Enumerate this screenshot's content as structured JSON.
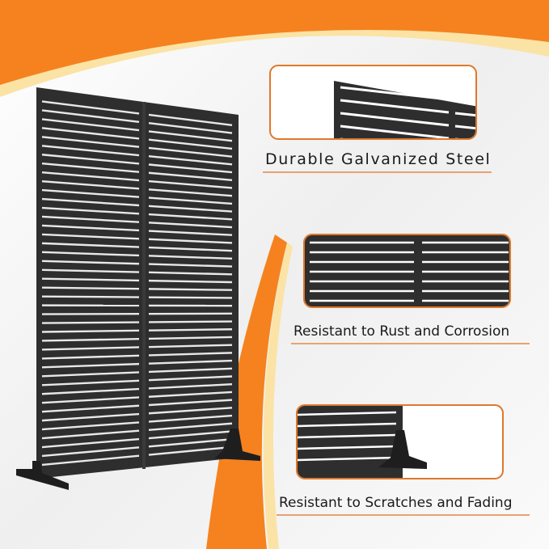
{
  "colors": {
    "accent": "#f5821f",
    "panel": "#2e2e2e",
    "callout_border": "#e0782a"
  },
  "features": [
    {
      "label": "Durable Galvanized Steel"
    },
    {
      "label": "Resistant to Rust and Corrosion"
    },
    {
      "label": "Resistant to Scratches and Fading"
    }
  ]
}
